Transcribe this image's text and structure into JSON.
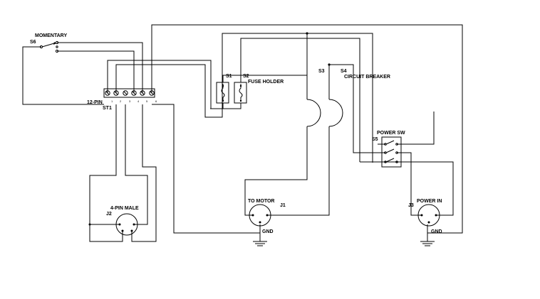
{
  "labels": {
    "momentary": "MOMENTARY",
    "s6": "S6",
    "s1": "S1",
    "s2": "S2",
    "fuse_holder": "FUSE HOLDER",
    "s3": "S3",
    "s4": "S4",
    "circuit_breaker": "CIRCUIT BREAKER",
    "power_sw": "POWER SW",
    "s5": "S5",
    "twelve_pin": "12-PIN",
    "st1": "ST1",
    "four_pin_male": "4-PIN MALE",
    "j2": "J2",
    "to_motor": "TO MOTOR",
    "j1": "J1",
    "gnd_motor": "GND",
    "power_in": "POWER IN",
    "j3": "J3",
    "gnd_power": "GND"
  },
  "terminal_numbers": [
    "1",
    "2",
    "3",
    "4",
    "5",
    "6"
  ]
}
